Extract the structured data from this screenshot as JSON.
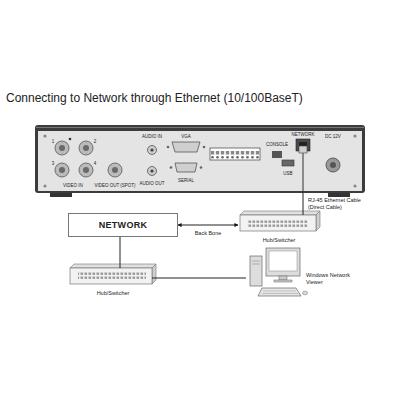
{
  "diagram": {
    "title": "Connecting to Network through Ethernet (10/100BaseT)",
    "nodes": [
      {
        "text": [
          "VIDEO IN",
          "VIDEO OUT (SPOT)",
          "AUDIO IN",
          "AUDIO OUT",
          "VGA",
          "SERIAL",
          "NETWORK",
          "CONSOLE",
          "USB",
          "DC 12V",
          "1",
          "2",
          "3",
          "4"
        ]
      },
      {
        "text": [
          "NETWORK"
        ]
      },
      {
        "text": [
          "Hub/Switcher"
        ]
      },
      {
        "text": [
          "Hub/Switcher"
        ]
      },
      {
        "text": [
          "Windows Network Viewer"
        ]
      }
    ],
    "edges": [
      {
        "from": 0,
        "to": 2,
        "arrow": "none",
        "label": "RJ-45 Ethernet Cable (Direct Cable)"
      },
      {
        "from": 1,
        "to": 2,
        "arrow": "both",
        "label": "Back Bone"
      },
      {
        "from": 1,
        "to": 3,
        "arrow": "none"
      },
      {
        "from": 3,
        "to": 4,
        "arrow": "none"
      }
    ]
  }
}
